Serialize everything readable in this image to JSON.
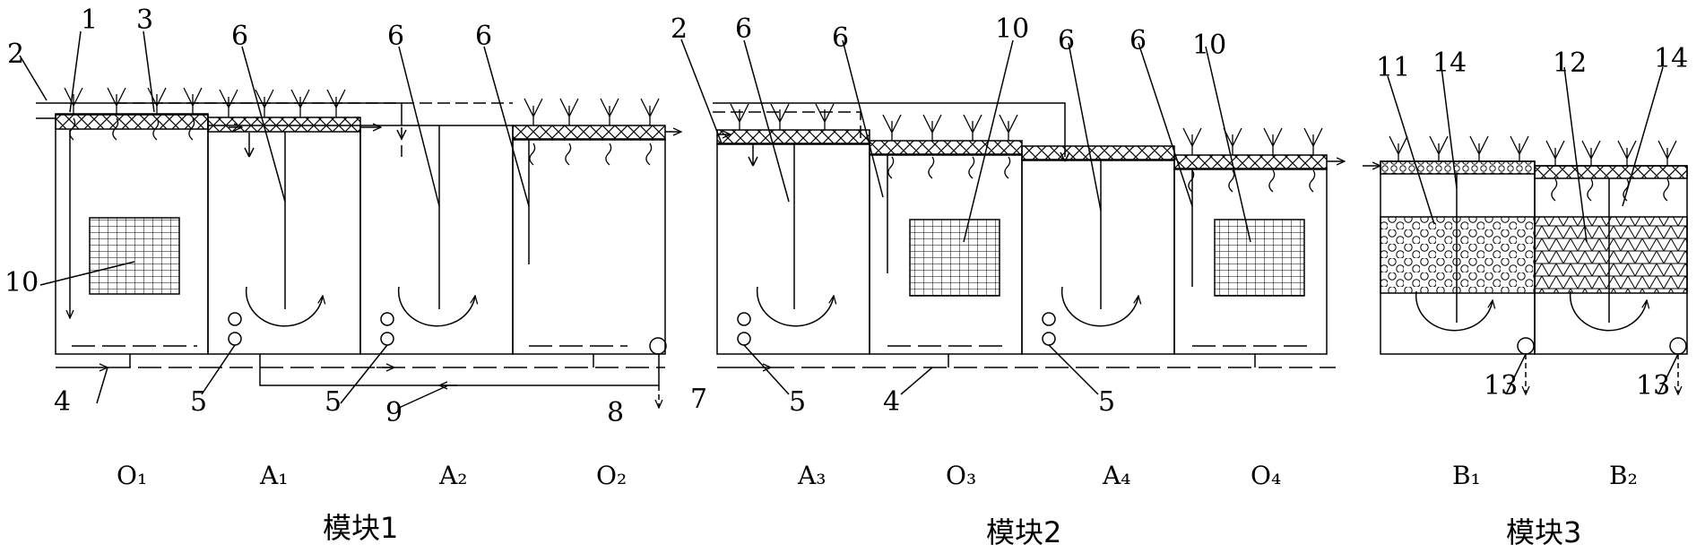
{
  "diagram": {
    "callouts": {
      "c1": "1",
      "c2": "2",
      "c3": "3",
      "c4": "4",
      "c5": "5",
      "c6": "6",
      "c7": "7",
      "c8": "8",
      "c9": "9",
      "c10": "10",
      "c11": "11",
      "c12": "12",
      "c13": "13",
      "c14": "14"
    },
    "zones": {
      "O1": "O₁",
      "A1": "A₁",
      "A2": "A₂",
      "O2": "O₂",
      "A3": "A₃",
      "O3": "O₃",
      "A4": "A₄",
      "O4": "O₄",
      "B1": "B₁",
      "B2": "B₂"
    },
    "modules": {
      "m1": "模块1",
      "m2": "模块2",
      "m3": "模块3"
    }
  }
}
